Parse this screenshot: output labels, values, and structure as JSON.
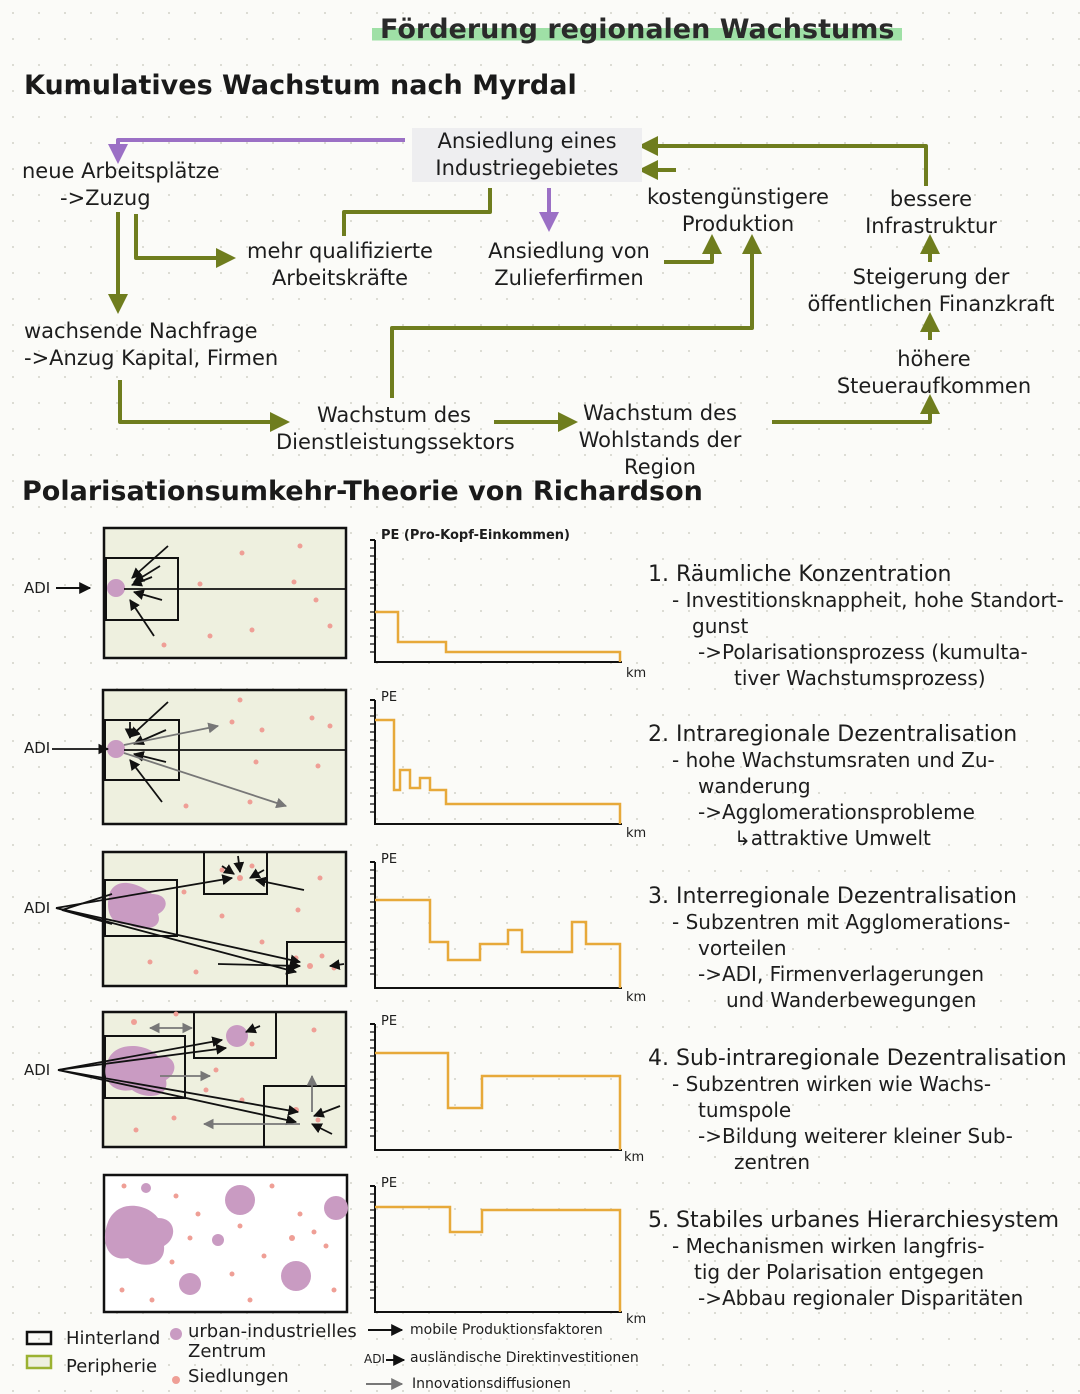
{
  "title": "Förderung regionalen Wachstums",
  "myrdal": {
    "heading": "Kumulatives Wachstum nach Myrdal",
    "nodes": {
      "industrie": [
        "Ansiedlung eines",
        "Industriegebietes"
      ],
      "arbeit": [
        "neue Arbeitsplätze",
        "->Zuzug"
      ],
      "qualifiziert": [
        "mehr qualifizierte",
        "Arbeitskräfte"
      ],
      "zulieferer": [
        "Ansiedlung von",
        "Zulieferfirmen"
      ],
      "kosten": [
        "kostengünstigere",
        "Produktion"
      ],
      "infrastruktur": [
        "bessere",
        "Infrastruktur"
      ],
      "finanzkraft": [
        "Steigerung der",
        "öffentlichen Finanzkraft"
      ],
      "steuer": [
        "höhere",
        "Steueraufkommen"
      ],
      "nachfrage": [
        "wachsende Nachfrage",
        "->Anzug Kapital, Firmen"
      ],
      "dienst": [
        "Wachstum des",
        "Dienstleistungssektors"
      ],
      "wohlstand": [
        "Wachstum des",
        "Wohlstands der Region"
      ]
    }
  },
  "richardson": {
    "heading": "Polarisationsumkehr-Theorie von Richardson",
    "adi": "ADI",
    "pe_first": "PE (Pro-Kopf-Einkommen)",
    "pe": "PE",
    "km": "km",
    "phases": [
      {
        "title": "1. Räumliche Konzentration",
        "lines": [
          "- Investitionsknappheit, hohe Standort-",
          "gunst",
          "->Polarisationsprozess (kumulta-",
          "tiver Wachstumsprozess)"
        ]
      },
      {
        "title": "2. Intraregionale Dezentralisation",
        "lines": [
          "- hohe Wachstumsraten und Zu-",
          "wanderung",
          "->Agglomerationsprobleme",
          "↳attraktive Umwelt"
        ]
      },
      {
        "title": "3. Interregionale Dezentralisation",
        "lines": [
          "- Subzentren mit Agglomerations-",
          "vorteilen",
          "->ADI, Firmenverlagerungen",
          "und Wanderbewegungen"
        ]
      },
      {
        "title": "4. Sub-intraregionale Dezentralisation",
        "lines": [
          "- Subzentren wirken wie Wachs-",
          "tumspole",
          "->Bildung weiterer kleiner Sub-",
          "zentren"
        ]
      },
      {
        "title": "5. Stabiles urbanes Hierarchiesystem",
        "lines": [
          "- Mechanismen wirken langfris-",
          "tig der Polarisation entgegen",
          "->Abbau regionaler Disparitäten"
        ]
      }
    ],
    "legend": {
      "hinterland": "Hinterland",
      "peripherie": "Peripherie",
      "zentrum": [
        "urban-industrielles",
        "Zentrum"
      ],
      "siedlungen": "Siedlungen",
      "mobile": "mobile Produktionsfaktoren",
      "adi_prefix": "ADI",
      "direkt": "ausländische Direktinvestitionen",
      "innovation": "Innovationsdiffusionen"
    }
  },
  "colors": {
    "purple": "#9b70c5",
    "olive": "#6f7d1e",
    "orange": "#e7a93a",
    "blob": "#c99bc2",
    "dot": "#ef9f96",
    "map_bg": "#eef0df"
  }
}
